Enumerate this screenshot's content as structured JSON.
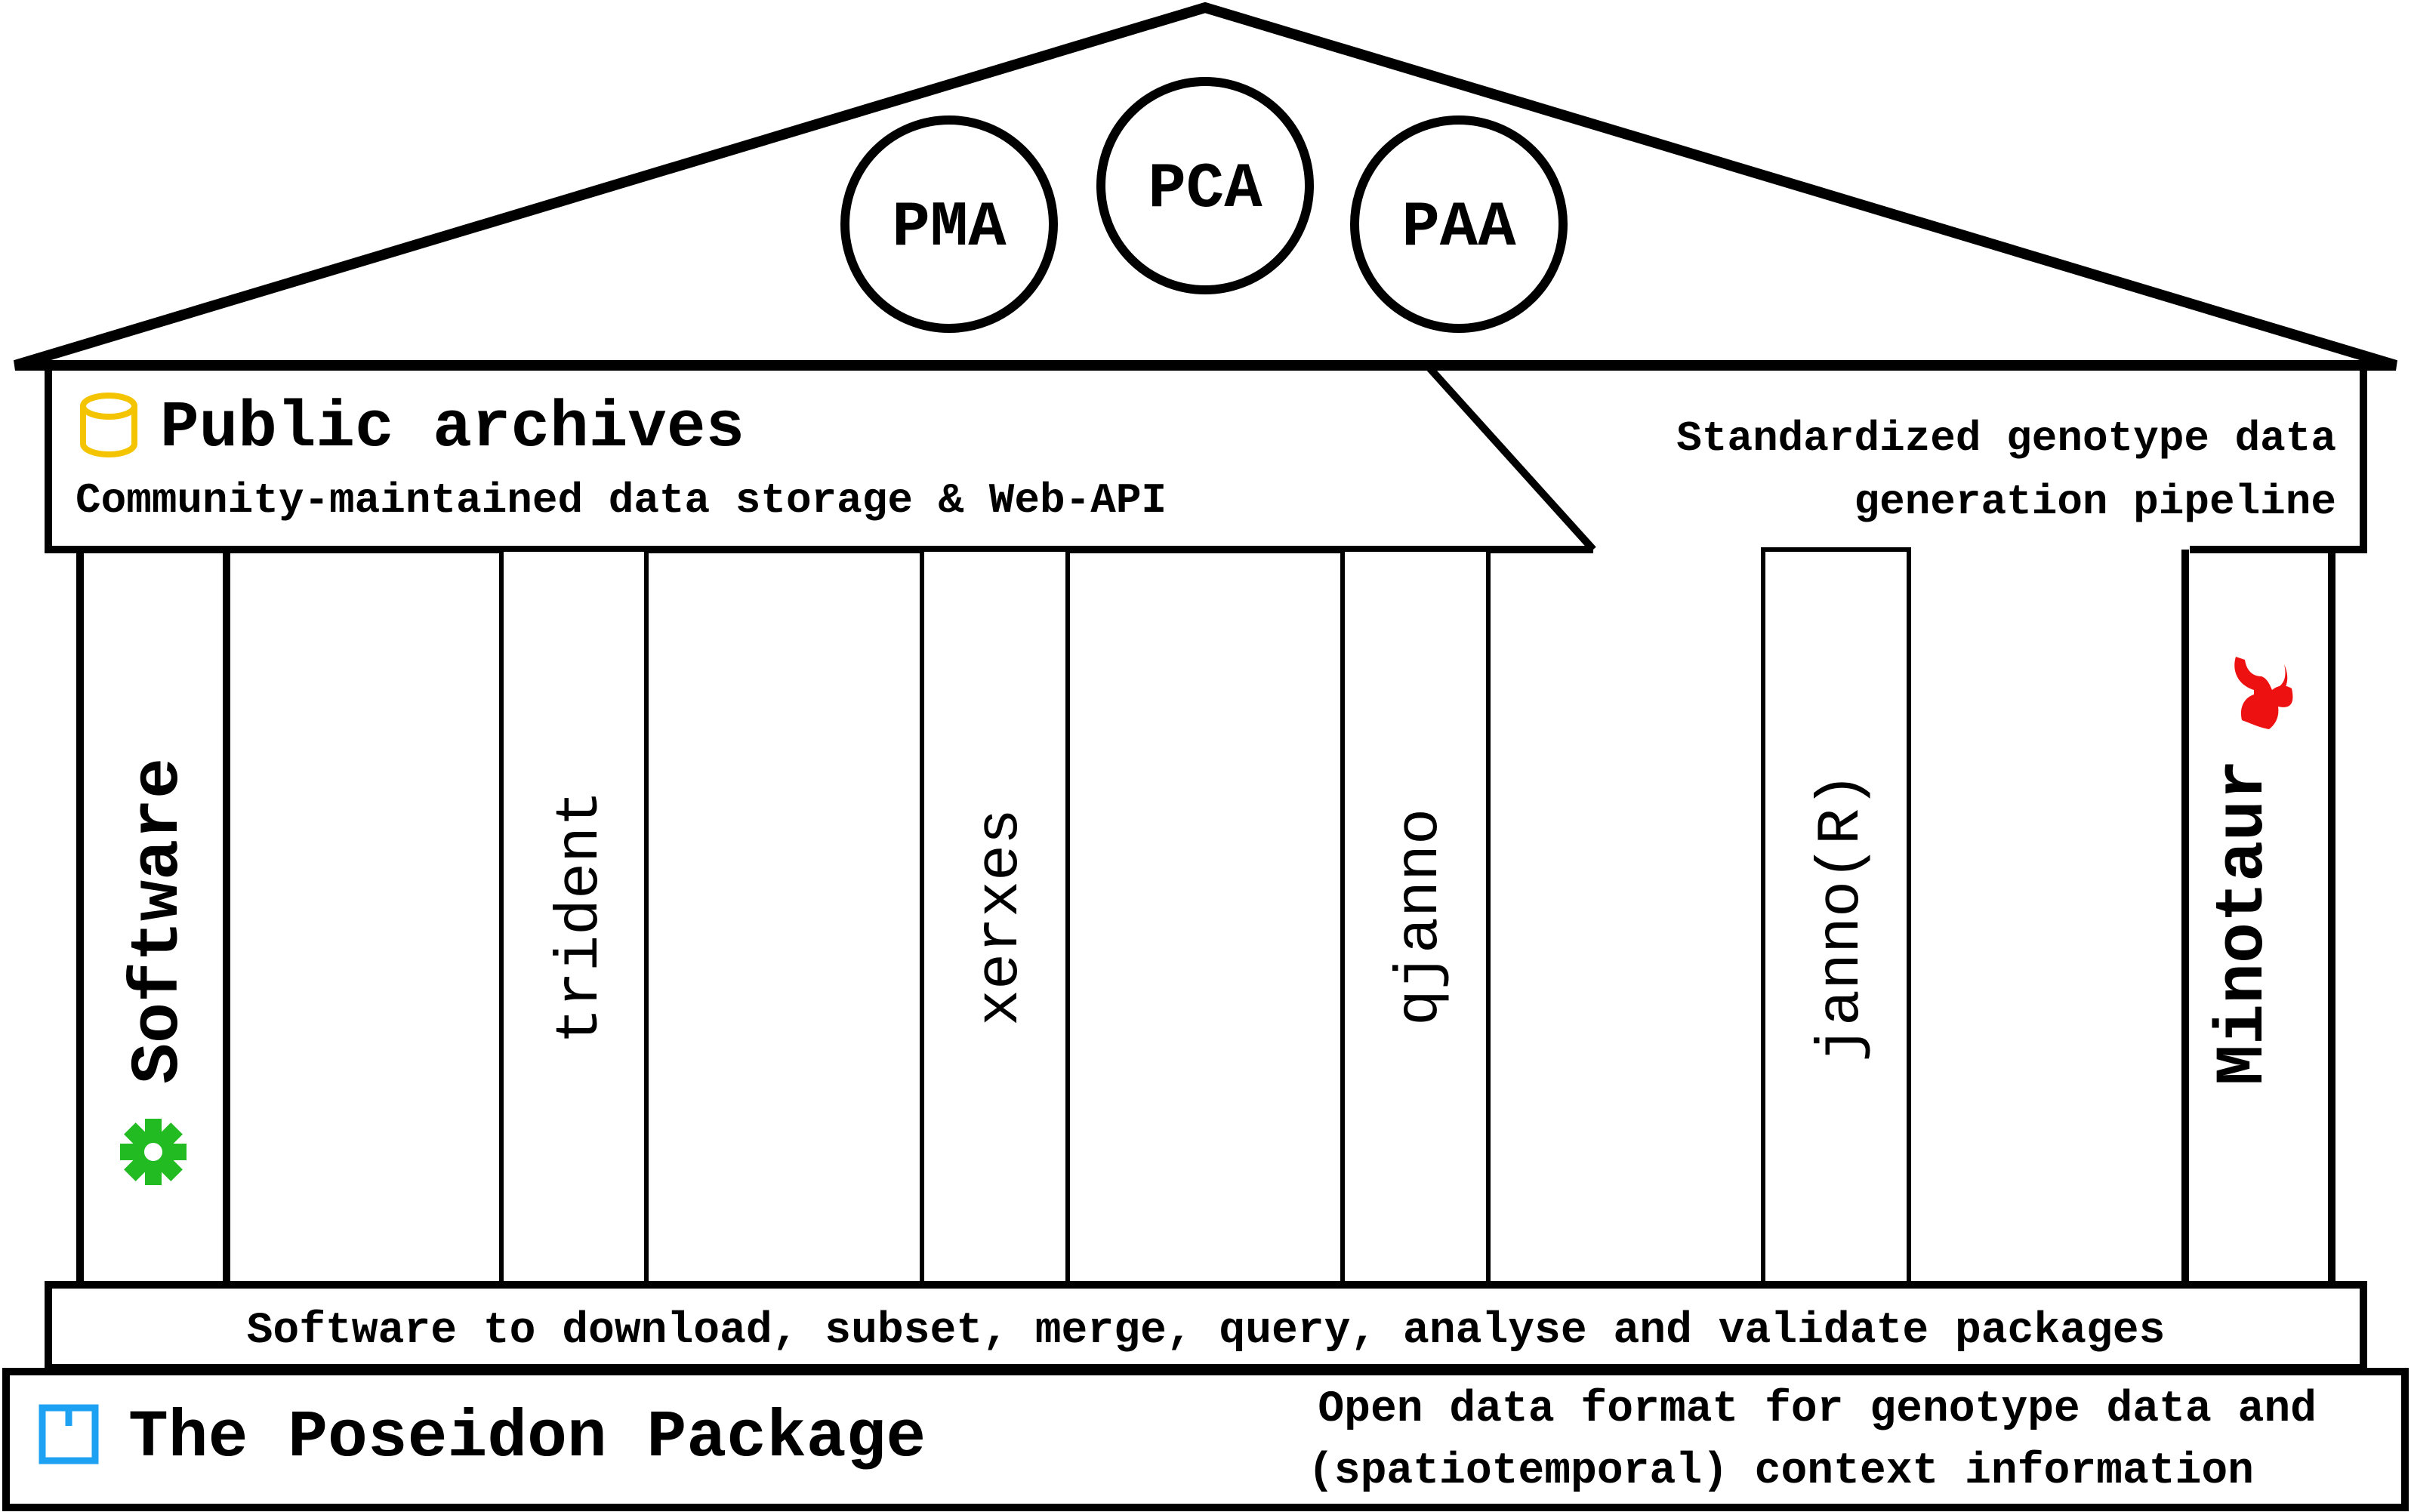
{
  "pediment": {
    "circles": [
      "PMA",
      "PCA",
      "PAA"
    ]
  },
  "archives": {
    "title": "Public archives",
    "subtitle": "Community-maintained data storage & Web-API",
    "icon": "database-icon",
    "icon_color": "#F5C400"
  },
  "pipeline": {
    "line1": "Standardized genotype data",
    "line2": "generation pipeline"
  },
  "software": {
    "label": "Software",
    "icon": "gear-icon",
    "icon_color": "#22BB22"
  },
  "tools": [
    "trident",
    "xerxes",
    "qjanno",
    "janno(R)"
  ],
  "minotaur": {
    "label": "Minotaur",
    "icon": "bull-head-icon",
    "icon_color": "#EE1111"
  },
  "software_base": "Software to download, subset, merge, query, analyse and validate packages",
  "package": {
    "title": "The Poseidon Package",
    "icon": "package-box-icon",
    "icon_color": "#1DA1F2",
    "desc_line1": "Open data format for genotype data and",
    "desc_line2": "(spatiotemporal) context information"
  }
}
